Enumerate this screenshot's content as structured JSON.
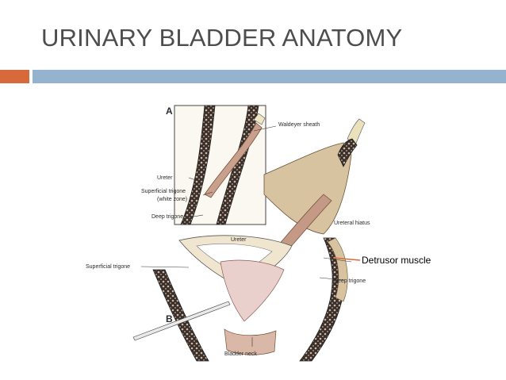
{
  "slide": {
    "title": "URINARY BLADDER ANATOMY",
    "colors": {
      "title": "#4d4d4d",
      "accent_orange": "#d7693b",
      "accent_blue": "#95b3cf"
    }
  },
  "figure": {
    "panel_a_letter": "A",
    "panel_b_letter": "B",
    "labels": {
      "waldeyer_sheath": "Waldeyer sheath",
      "ureter_a": "Ureter",
      "superficial_trigone_a": "Superficial trigone",
      "white_zone": "(white zone)",
      "deep_trigone_a": "Deep trigone",
      "ureter_b": "Ureter",
      "ureteral_hiatus": "Ureteral hiatus",
      "superficial_trigone_b": "Superficial trigone",
      "deep_trigone_b": "Deep trigone",
      "bladder_neck": "Bladder neck"
    },
    "callout": "Detrusor muscle"
  }
}
